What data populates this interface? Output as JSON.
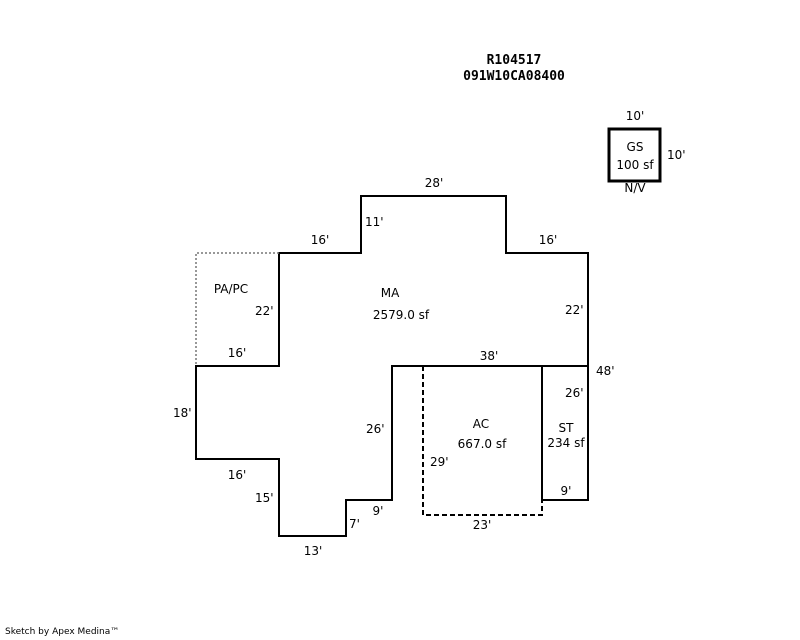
{
  "header": {
    "parcel_id": "R104517",
    "map_number": "091W10CA08400"
  },
  "areas": {
    "ma": {
      "code": "MA",
      "area": "2579.0 sf"
    },
    "papc": {
      "code": "PA/PC"
    },
    "ac": {
      "code": "AC",
      "area": "667.0 sf"
    },
    "st": {
      "code": "ST",
      "area": "234 sf"
    },
    "gs": {
      "code": "GS",
      "area": "100 sf",
      "note": "N/V"
    }
  },
  "dimensions": {
    "ma_top": "28'",
    "ma_top_left_step": "11'",
    "ma_upper_left": "16'",
    "ma_upper_right": "16'",
    "ma_right": "22'",
    "ma_inner_left": "22'",
    "papc_bottom": "16'",
    "ma_mid_top": "38'",
    "ma_right_total": "48'",
    "ma_left": "18'",
    "ma_lower_left": "16'",
    "ma_lower_left_vert": "15'",
    "ma_bottom": "13'",
    "ma_bottom_step": "7'",
    "ma_notch_bottom": "9'",
    "ma_inner_vert": "26'",
    "ac_left": "29'",
    "ac_bottom": "23'",
    "st_right": "26'",
    "st_bottom": "9'",
    "gs_top": "10'",
    "gs_right": "10'"
  },
  "footer": "Sketch by Apex Medina™"
}
